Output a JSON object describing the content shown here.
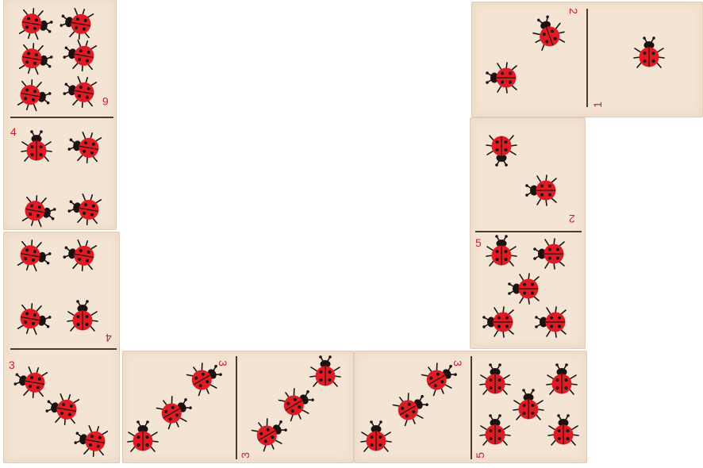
{
  "palette": {
    "wood": "#f4e4d4",
    "ladybug_red": "#e01b24",
    "ladybug_black": "#1a1210",
    "number_red": "#d01c22"
  },
  "dominoes": [
    {
      "name": "domino-left-top",
      "halves": [
        6,
        4
      ],
      "numbers": [
        "6",
        "4"
      ]
    },
    {
      "name": "domino-left-middle",
      "halves": [
        4,
        3
      ],
      "numbers": [
        "4",
        "3"
      ]
    },
    {
      "name": "domino-bottom-1",
      "halves": [
        3,
        3
      ],
      "numbers": [
        "3",
        "3"
      ]
    },
    {
      "name": "domino-bottom-2",
      "halves": [
        3,
        5
      ],
      "numbers": [
        "3",
        "5"
      ]
    },
    {
      "name": "domino-right-lower",
      "halves": [
        2,
        5
      ],
      "numbers": [
        "2",
        "5"
      ]
    },
    {
      "name": "domino-top-right",
      "halves": [
        2,
        1
      ],
      "numbers": [
        "2",
        "1"
      ]
    }
  ]
}
